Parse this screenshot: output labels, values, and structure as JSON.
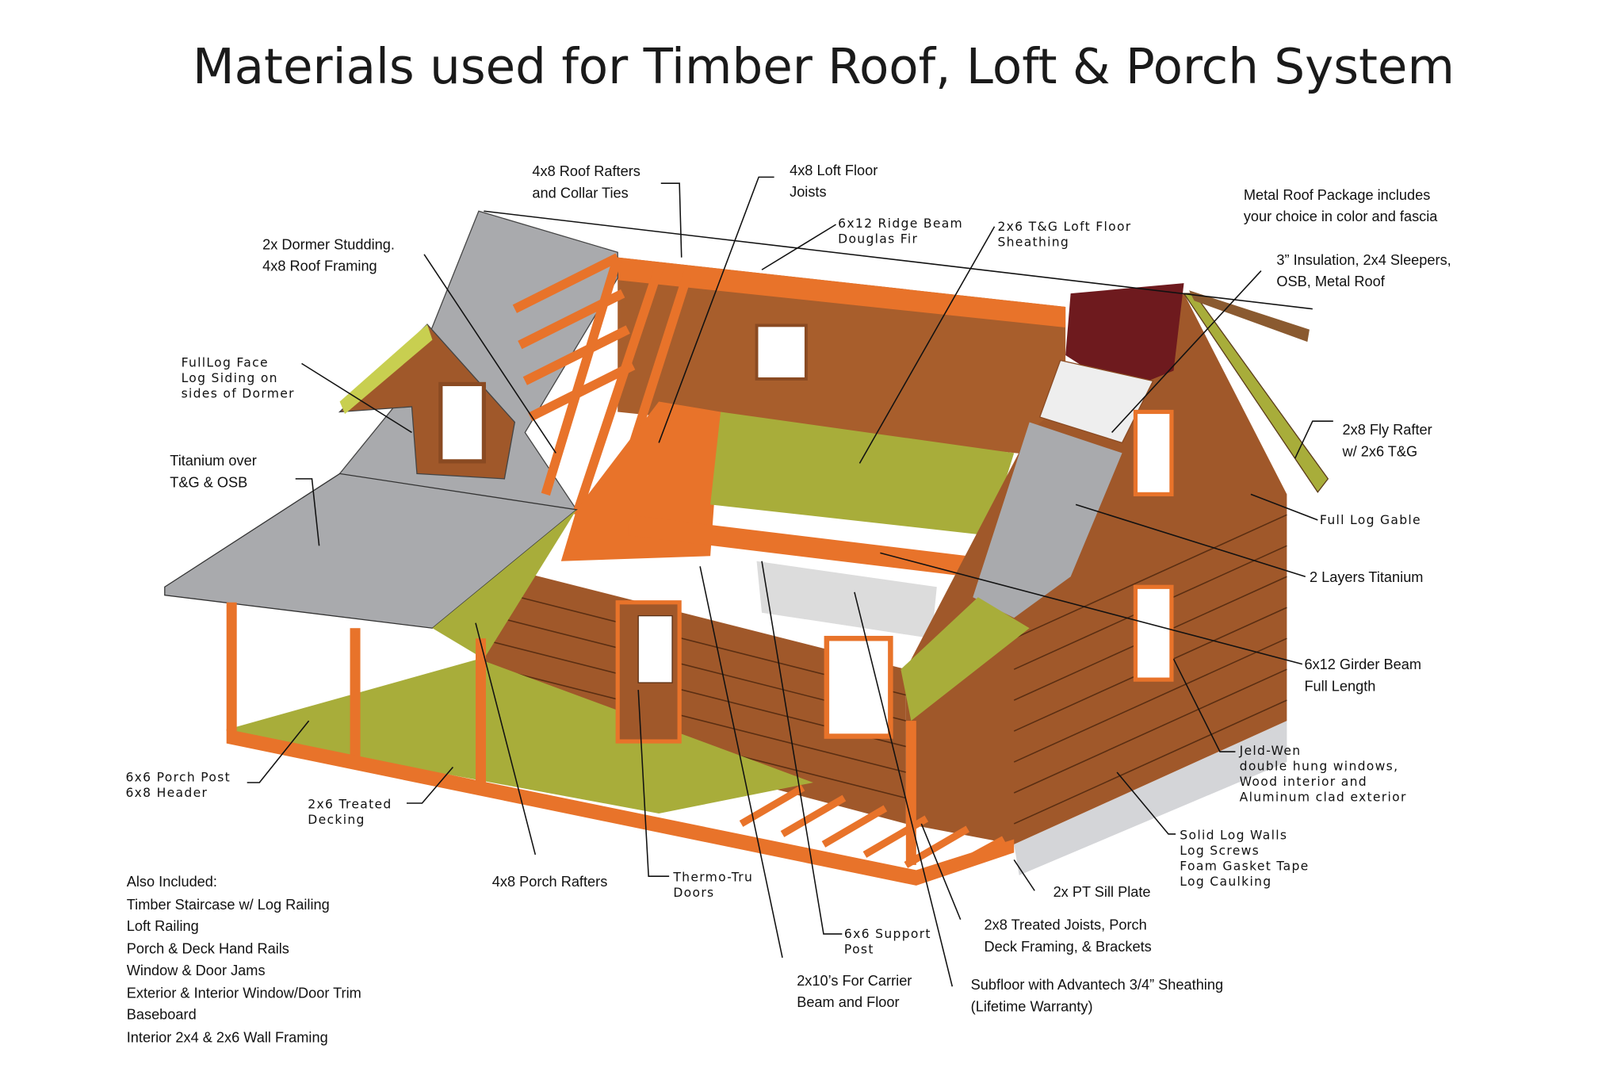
{
  "title": "Materials used for Timber Roof, Loft & Porch System",
  "labels": {
    "roof_rafters": [
      "4x8 Roof Rafters",
      "and Collar Ties"
    ],
    "loft_joists": [
      "4x8 Loft Floor",
      "Joists"
    ],
    "ridge_beam": [
      "6x12 Ridge Beam",
      "Douglas Fir"
    ],
    "loft_sheathing": [
      "2x6 T&G Loft Floor",
      "Sheathing"
    ],
    "metal_roof": [
      "Metal Roof Package includes",
      "your choice in color and fascia"
    ],
    "insulation": [
      "3” Insulation, 2x4 Sleepers,",
      "OSB, Metal Roof"
    ],
    "dormer": [
      "2x Dormer Studding.",
      "4x8 Roof Framing"
    ],
    "log_face": [
      "FullLog Face",
      "Log Siding on",
      "sides of Dormer"
    ],
    "titanium": [
      "Titanium over",
      "T&G & OSB"
    ],
    "fly_rafter": [
      "2x8 Fly Rafter",
      "w/ 2x6 T&G"
    ],
    "full_log_gable": "Full Log Gable",
    "layers_titanium": "2 Layers Titanium",
    "girder": [
      "6x12 Girder Beam",
      "Full Length"
    ],
    "windows": [
      "Jeld-Wen",
      "double hung windows,",
      "Wood interior and",
      "Aluminum clad exterior"
    ],
    "log_walls": [
      "Solid Log Walls",
      "Log Screws",
      "Foam Gasket Tape",
      "Log Caulking"
    ],
    "sill_plate": "2x PT Sill Plate",
    "treated_joists": [
      "2x8 Treated Joists, Porch",
      "Deck Framing, & Brackets"
    ],
    "subfloor": [
      "Subfloor with Advantech 3/4” Sheathing",
      "(Lifetime Warranty)"
    ],
    "carrier": [
      "2x10’s For Carrier",
      "Beam and Floor"
    ],
    "support_post": [
      "6x6 Support",
      "Post"
    ],
    "doors": [
      "Thermo-Tru",
      "Doors"
    ],
    "porch_rafters": "4x8 Porch Rafters",
    "porch_post": [
      "6x6 Porch Post",
      "6x8 Header"
    ],
    "decking": [
      "2x6 Treated",
      "Decking"
    ]
  },
  "also_included": {
    "heading": "Also Included:",
    "items": [
      "Timber Staircase w/ Log Railing",
      "Loft Railing",
      "Porch & Deck Hand Rails",
      "Window & Door Jams",
      "Exterior & Interior Window/Door Trim",
      "Baseboard",
      "Interior 2x4 & 2x6 Wall Framing"
    ]
  },
  "colors": {
    "log": "#a0582a",
    "orange": "#e8732a",
    "gray": "#a9aaad",
    "green": "#a8ad3a",
    "metal": "#6e1a1e"
  }
}
